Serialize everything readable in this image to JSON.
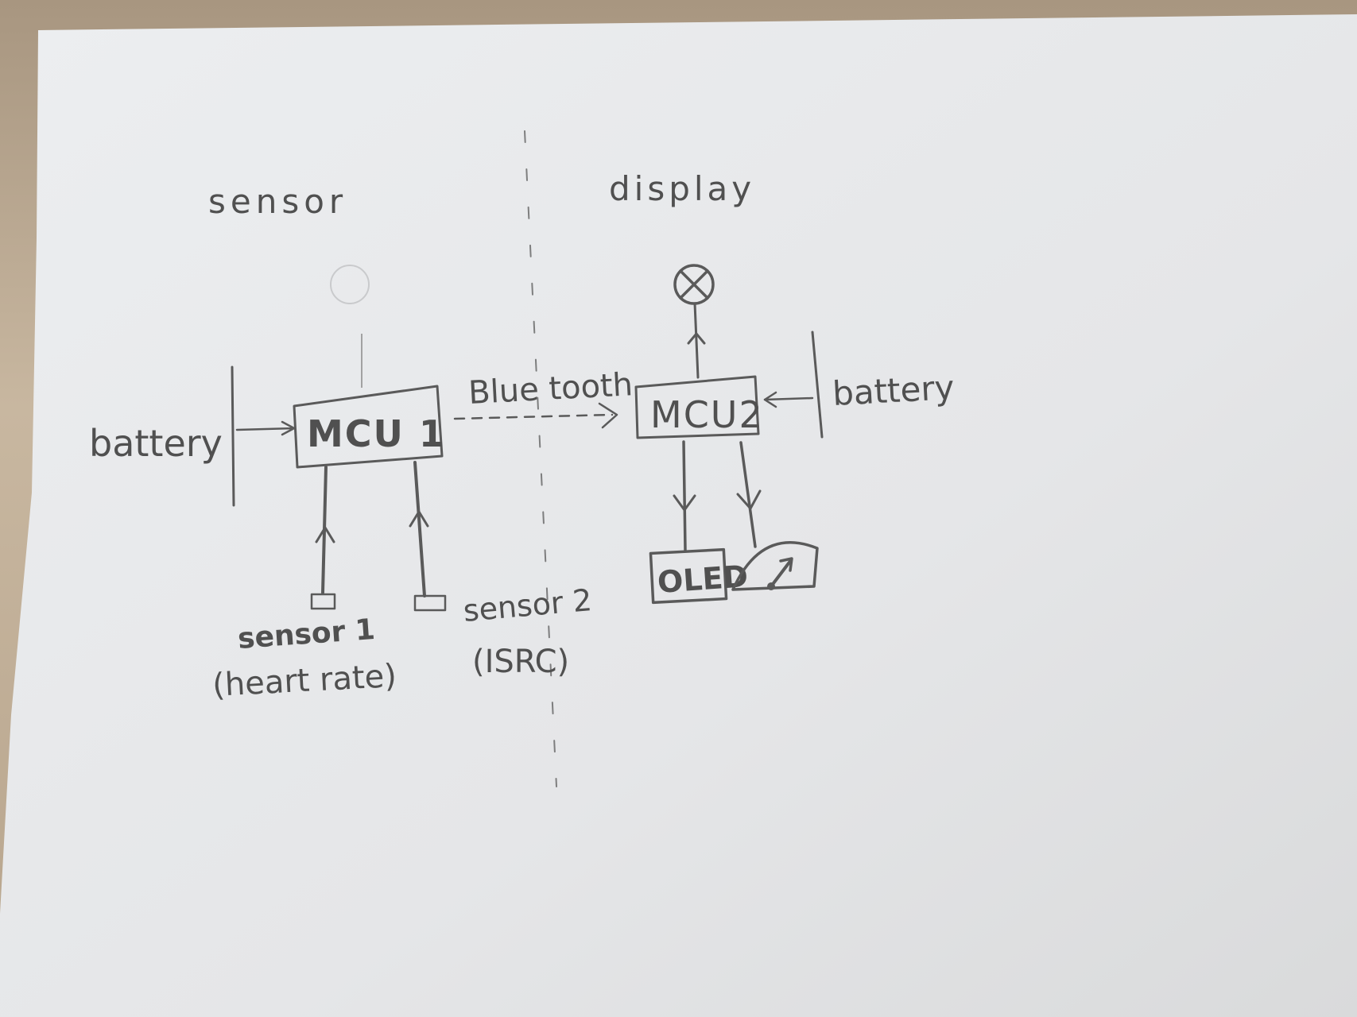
{
  "sections": {
    "left_title": "sensor",
    "right_title": "display"
  },
  "left_side": {
    "battery_label": "battery",
    "mcu_label": "MCU 1",
    "sensor1_label": "sensor 1",
    "sensor1_sub": "(heart rate)",
    "sensor2_label": "sensor 2",
    "sensor2_sub": "(ISRC)"
  },
  "link": {
    "label": "Blue tooth"
  },
  "right_side": {
    "mcu_label": "MCU2",
    "battery_label": "battery",
    "oled_label": "OLED",
    "lamp_icon": "lamp-icon",
    "gauge_icon": "gauge-icon"
  },
  "colors": {
    "paper": "#e8e9ea",
    "ink": "#5a5a5a",
    "table": "#b9a68f"
  }
}
